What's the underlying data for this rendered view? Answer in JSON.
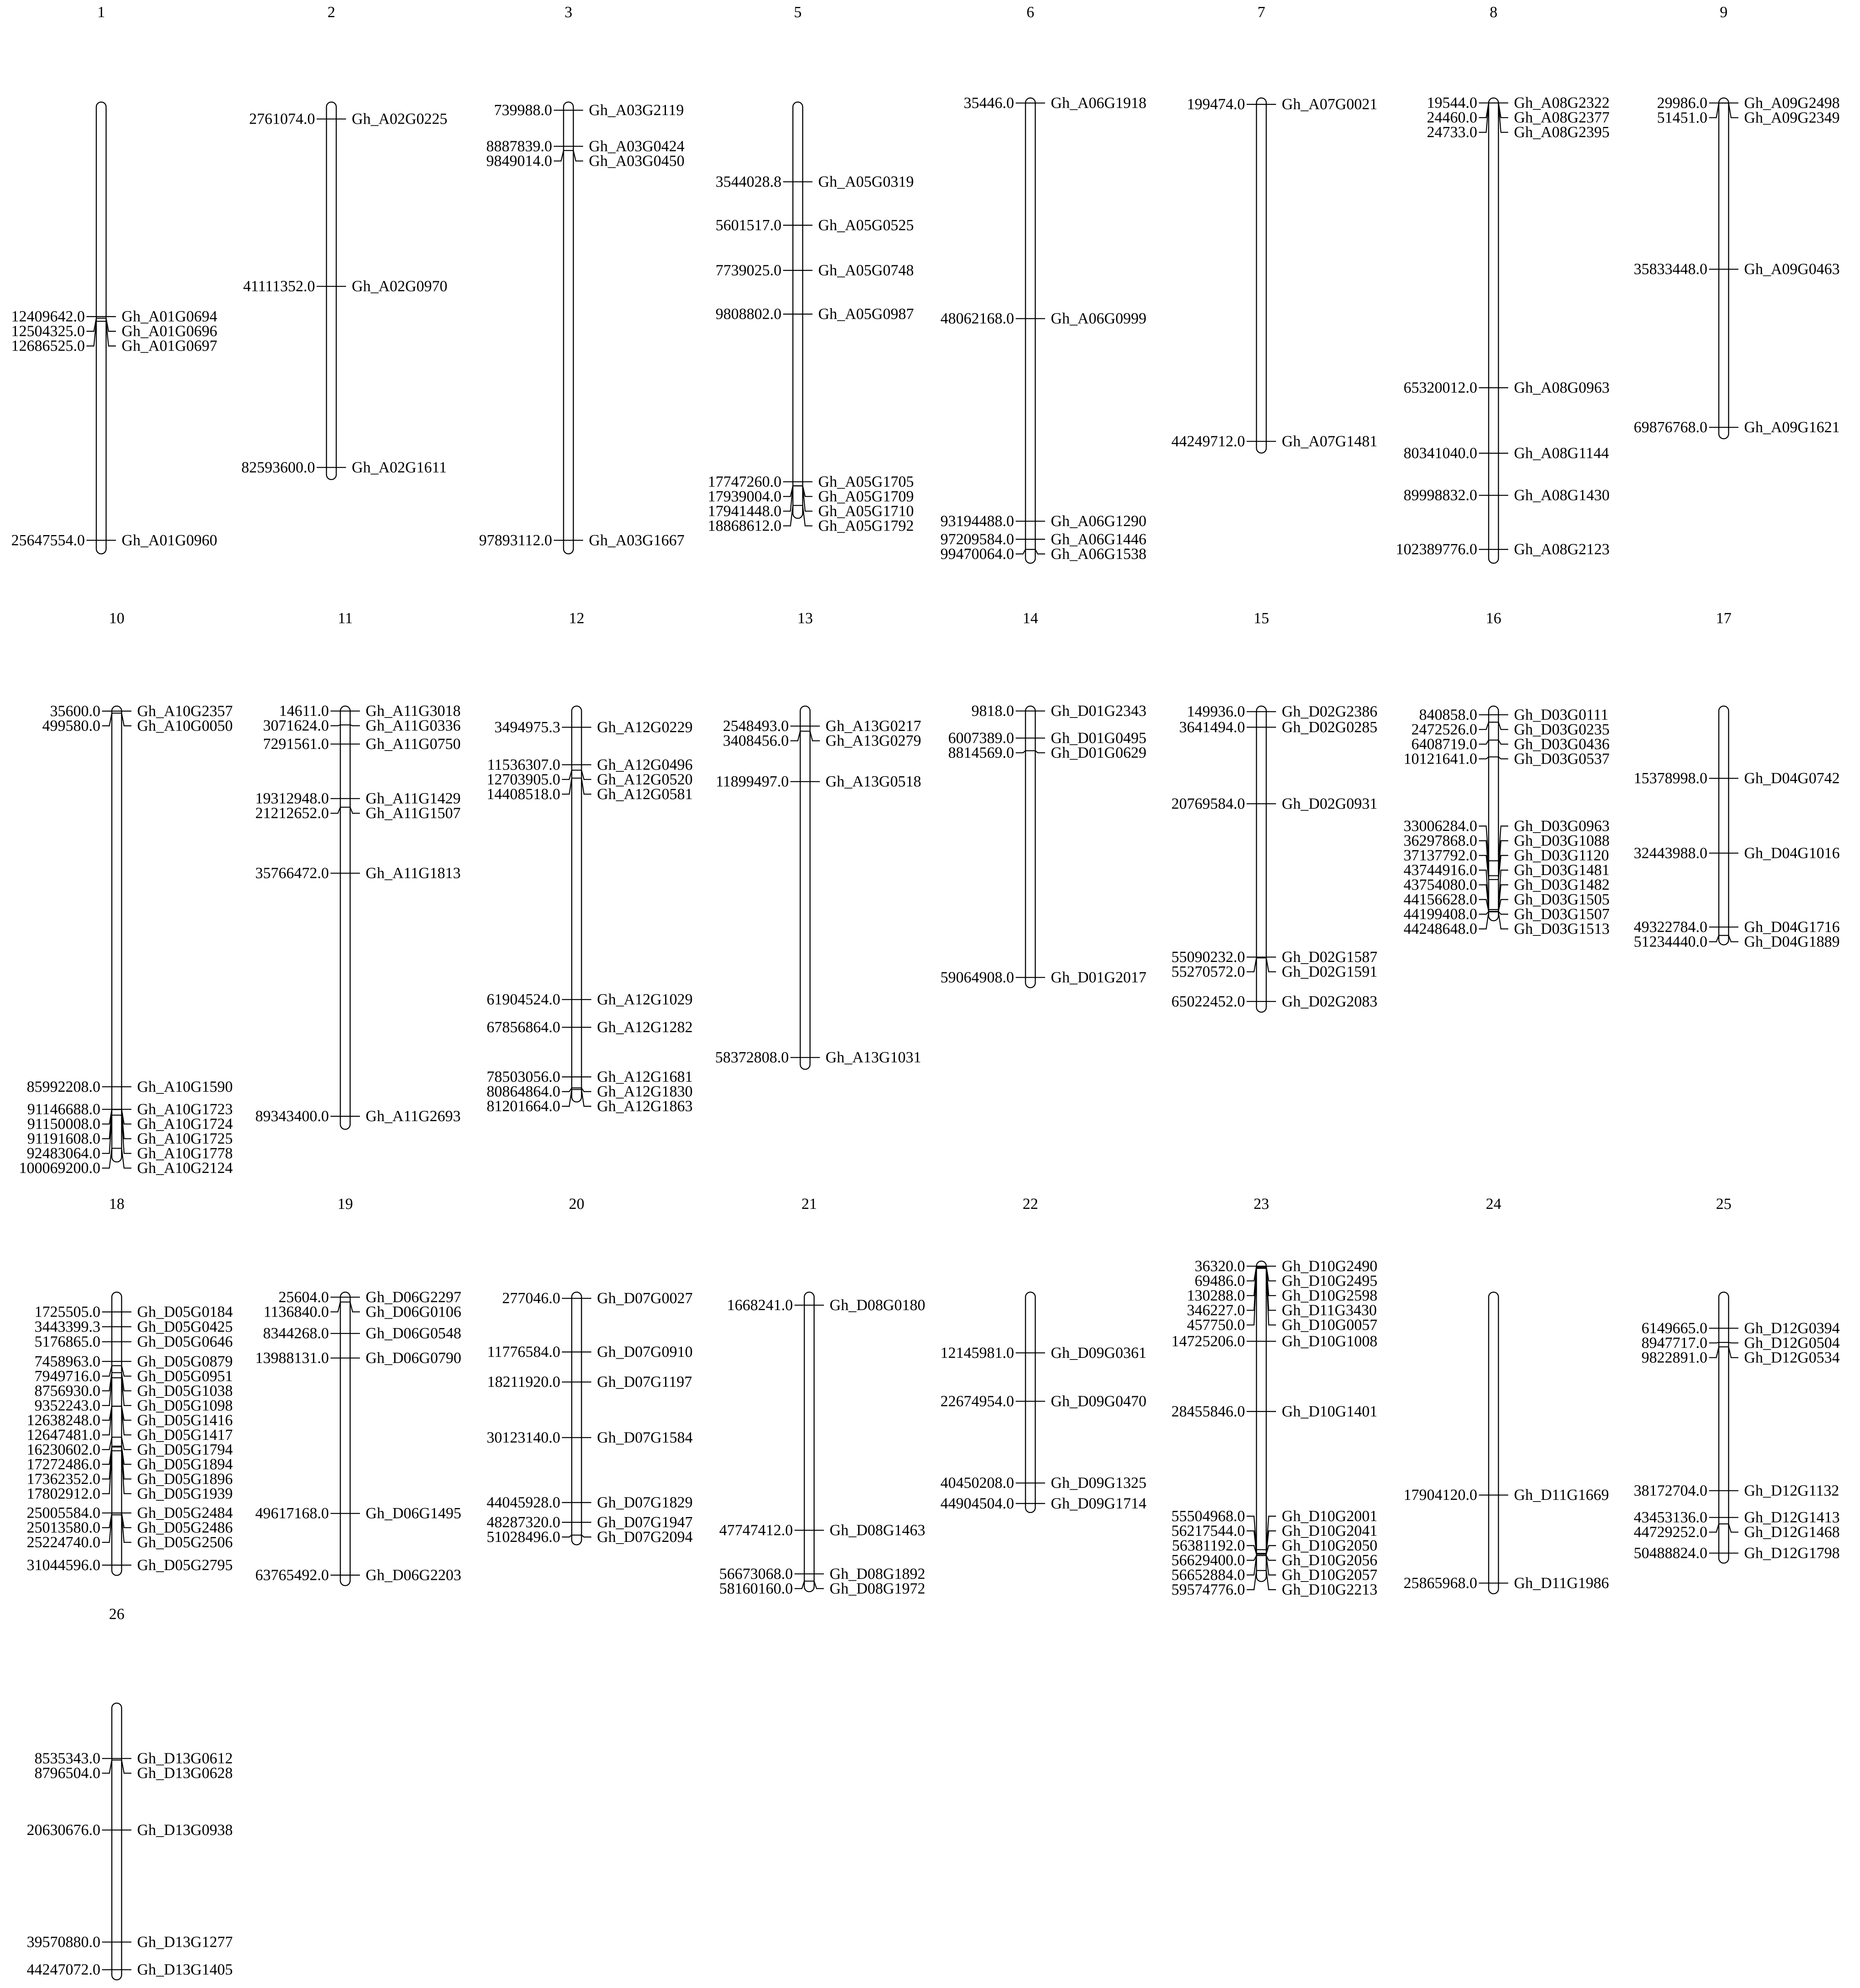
{
  "chromosomes": [
    {
      "number": "1",
      "genes": [
        {
          "pos": "12409642.0",
          "name": "Gh_A01G0694",
          "value": 12409642
        },
        {
          "pos": "12504325.0",
          "name": "Gh_A01G0696",
          "value": 12504325
        },
        {
          "pos": "12686525.0",
          "name": "Gh_A01G0697",
          "value": 12686525
        },
        {
          "pos": "25647554.0",
          "name": "Gh_A01G0960",
          "value": 25647554
        }
      ]
    },
    {
      "number": "2",
      "genes": [
        {
          "pos": "2761074.0",
          "name": "Gh_A02G0225",
          "value": 2761074
        },
        {
          "pos": "41111352.0",
          "name": "Gh_A02G0970",
          "value": 41111352
        },
        {
          "pos": "82593600.0",
          "name": "Gh_A02G1611",
          "value": 82593600
        }
      ]
    },
    {
      "number": "3",
      "genes": [
        {
          "pos": "739988.0",
          "name": "Gh_A03G2119",
          "value": 739988
        },
        {
          "pos": "8887839.0",
          "name": "Gh_A03G0424",
          "value": 8887839
        },
        {
          "pos": "9849014.0",
          "name": "Gh_A03G0450",
          "value": 9849014
        },
        {
          "pos": "97893112.0",
          "name": "Gh_A03G1667",
          "value": 97893112
        }
      ]
    },
    {
      "number": "5",
      "genes": [
        {
          "pos": "3544028.8",
          "name": "Gh_A05G0319",
          "value": 3544028.8
        },
        {
          "pos": "5601517.0",
          "name": "Gh_A05G0525",
          "value": 5601517
        },
        {
          "pos": "7739025.0",
          "name": "Gh_A05G0748",
          "value": 7739025
        },
        {
          "pos": "9808802.0",
          "name": "Gh_A05G0987",
          "value": 9808802
        },
        {
          "pos": "17747260.0",
          "name": "Gh_A05G1705",
          "value": 17747260
        },
        {
          "pos": "17939004.0",
          "name": "Gh_A05G1709",
          "value": 17939004
        },
        {
          "pos": "17941448.0",
          "name": "Gh_A05G1710",
          "value": 17941448
        },
        {
          "pos": "18868612.0",
          "name": "Gh_A05G1792",
          "value": 18868612
        }
      ]
    },
    {
      "number": "6",
      "genes": [
        {
          "pos": "35446.0",
          "name": "Gh_A06G1918",
          "value": 35446
        },
        {
          "pos": "48062168.0",
          "name": "Gh_A06G0999",
          "value": 48062168
        },
        {
          "pos": "93194488.0",
          "name": "Gh_A06G1290",
          "value": 93194488
        },
        {
          "pos": "97209584.0",
          "name": "Gh_A06G1446",
          "value": 97209584
        },
        {
          "pos": "99470064.0",
          "name": "Gh_A06G1538",
          "value": 99470064
        }
      ]
    },
    {
      "number": "7",
      "genes": [
        {
          "pos": "199474.0",
          "name": "Gh_A07G0021",
          "value": 199474
        },
        {
          "pos": "44249712.0",
          "name": "Gh_A07G1481",
          "value": 44249712
        }
      ]
    },
    {
      "number": "8",
      "genes": [
        {
          "pos": "19544.0",
          "name": "Gh_A08G2322",
          "value": 19544
        },
        {
          "pos": "24460.0",
          "name": "Gh_A08G2377",
          "value": 24460
        },
        {
          "pos": "24733.0",
          "name": "Gh_A08G2395",
          "value": 24733
        },
        {
          "pos": "65320012.0",
          "name": "Gh_A08G0963",
          "value": 65320012
        },
        {
          "pos": "80341040.0",
          "name": "Gh_A08G1144",
          "value": 80341040
        },
        {
          "pos": "89998832.0",
          "name": "Gh_A08G1430",
          "value": 89998832
        },
        {
          "pos": "102389776.0",
          "name": "Gh_A08G2123",
          "value": 102389776
        }
      ]
    },
    {
      "number": "9",
      "genes": [
        {
          "pos": "29986.0",
          "name": "Gh_A09G2498",
          "value": 29986
        },
        {
          "pos": "51451.0",
          "name": "Gh_A09G2349",
          "value": 51451
        },
        {
          "pos": "35833448.0",
          "name": "Gh_A09G0463",
          "value": 35833448
        },
        {
          "pos": "69876768.0",
          "name": "Gh_A09G1621",
          "value": 69876768
        }
      ]
    },
    {
      "number": "10",
      "genes": [
        {
          "pos": "35600.0",
          "name": "Gh_A10G2357",
          "value": 35600
        },
        {
          "pos": "499580.0",
          "name": "Gh_A10G0050",
          "value": 499580
        },
        {
          "pos": "85992208.0",
          "name": "Gh_A10G1590",
          "value": 85992208
        },
        {
          "pos": "91146688.0",
          "name": "Gh_A10G1723",
          "value": 91146688
        },
        {
          "pos": "91150008.0",
          "name": "Gh_A10G1724",
          "value": 91150008
        },
        {
          "pos": "91191608.0",
          "name": "Gh_A10G1725",
          "value": 91191608
        },
        {
          "pos": "92483064.0",
          "name": "Gh_A10G1778",
          "value": 92483064
        },
        {
          "pos": "100069200.0",
          "name": "Gh_A10G2124",
          "value": 100069200
        }
      ]
    },
    {
      "number": "11",
      "genes": [
        {
          "pos": "14611.0",
          "name": "Gh_A11G3018",
          "value": 14611
        },
        {
          "pos": "3071624.0",
          "name": "Gh_A11G0336",
          "value": 3071624
        },
        {
          "pos": "7291561.0",
          "name": "Gh_A11G0750",
          "value": 7291561
        },
        {
          "pos": "19312948.0",
          "name": "Gh_A11G1429",
          "value": 19312948
        },
        {
          "pos": "21212652.0",
          "name": "Gh_A11G1507",
          "value": 21212652
        },
        {
          "pos": "35766472.0",
          "name": "Gh_A11G1813",
          "value": 35766472
        },
        {
          "pos": "89343400.0",
          "name": "Gh_A11G2693",
          "value": 89343400
        }
      ]
    },
    {
      "number": "12",
      "genes": [
        {
          "pos": "3494975.3",
          "name": "Gh_A12G0229",
          "value": 3494975.3
        },
        {
          "pos": "11536307.0",
          "name": "Gh_A12G0496",
          "value": 11536307
        },
        {
          "pos": "12703905.0",
          "name": "Gh_A12G0520",
          "value": 12703905
        },
        {
          "pos": "14408518.0",
          "name": "Gh_A12G0581",
          "value": 14408518
        },
        {
          "pos": "61904524.0",
          "name": "Gh_A12G1029",
          "value": 61904524
        },
        {
          "pos": "67856864.0",
          "name": "Gh_A12G1282",
          "value": 67856864
        },
        {
          "pos": "78503056.0",
          "name": "Gh_A12G1681",
          "value": 78503056
        },
        {
          "pos": "80864864.0",
          "name": "Gh_A12G1830",
          "value": 80864864
        },
        {
          "pos": "81201664.0",
          "name": "Gh_A12G1863",
          "value": 81201664
        }
      ]
    },
    {
      "number": "13",
      "genes": [
        {
          "pos": "2548493.0",
          "name": "Gh_A13G0217",
          "value": 2548493
        },
        {
          "pos": "3408456.0",
          "name": "Gh_A13G0279",
          "value": 3408456
        },
        {
          "pos": "11899497.0",
          "name": "Gh_A13G0518",
          "value": 11899497
        },
        {
          "pos": "58372808.0",
          "name": "Gh_A13G1031",
          "value": 58372808
        }
      ]
    },
    {
      "number": "14",
      "genes": [
        {
          "pos": "9818.0",
          "name": "Gh_D01G2343",
          "value": 9818
        },
        {
          "pos": "6007389.0",
          "name": "Gh_D01G0495",
          "value": 6007389
        },
        {
          "pos": "8814569.0",
          "name": "Gh_D01G0629",
          "value": 8814569
        },
        {
          "pos": "59064908.0",
          "name": "Gh_D01G2017",
          "value": 59064908
        }
      ]
    },
    {
      "number": "15",
      "genes": [
        {
          "pos": "149936.0",
          "name": "Gh_D02G2386",
          "value": 149936
        },
        {
          "pos": "3641494.0",
          "name": "Gh_D02G0285",
          "value": 3641494
        },
        {
          "pos": "20769584.0",
          "name": "Gh_D02G0931",
          "value": 20769584
        },
        {
          "pos": "55090232.0",
          "name": "Gh_D02G1587",
          "value": 55090232
        },
        {
          "pos": "55270572.0",
          "name": "Gh_D02G1591",
          "value": 55270572
        },
        {
          "pos": "65022452.0",
          "name": "Gh_D02G2083",
          "value": 65022452
        }
      ]
    },
    {
      "number": "16",
      "genes": [
        {
          "pos": "840858.0",
          "name": "Gh_D03G0111",
          "value": 840858
        },
        {
          "pos": "2472526.0",
          "name": "Gh_D03G0235",
          "value": 2472526
        },
        {
          "pos": "6408719.0",
          "name": "Gh_D03G0436",
          "value": 6408719
        },
        {
          "pos": "10121641.0",
          "name": "Gh_D03G0537",
          "value": 10121641
        },
        {
          "pos": "33006284.0",
          "name": "Gh_D03G0963",
          "value": 33006284
        },
        {
          "pos": "36297868.0",
          "name": "Gh_D03G1088",
          "value": 36297868
        },
        {
          "pos": "37137792.0",
          "name": "Gh_D03G1120",
          "value": 37137792
        },
        {
          "pos": "43744916.0",
          "name": "Gh_D03G1481",
          "value": 43744916
        },
        {
          "pos": "43754080.0",
          "name": "Gh_D03G1482",
          "value": 43754080
        },
        {
          "pos": "44156628.0",
          "name": "Gh_D03G1505",
          "value": 44156628
        },
        {
          "pos": "44199408.0",
          "name": "Gh_D03G1507",
          "value": 44199408
        },
        {
          "pos": "44248648.0",
          "name": "Gh_D03G1513",
          "value": 44248648
        }
      ]
    },
    {
      "number": "17",
      "genes": [
        {
          "pos": "15378998.0",
          "name": "Gh_D04G0742",
          "value": 15378998
        },
        {
          "pos": "32443988.0",
          "name": "Gh_D04G1016",
          "value": 32443988
        },
        {
          "pos": "49322784.0",
          "name": "Gh_D04G1716",
          "value": 49322784
        },
        {
          "pos": "51234440.0",
          "name": "Gh_D04G1889",
          "value": 51234440
        }
      ]
    },
    {
      "number": "18",
      "genes": [
        {
          "pos": "1725505.0",
          "name": "Gh_D05G0184",
          "value": 1725505
        },
        {
          "pos": "3443399.3",
          "name": "Gh_D05G0425",
          "value": 3443399.3
        },
        {
          "pos": "5176865.0",
          "name": "Gh_D05G0646",
          "value": 5176865
        },
        {
          "pos": "7458963.0",
          "name": "Gh_D05G0879",
          "value": 7458963
        },
        {
          "pos": "7949716.0",
          "name": "Gh_D05G0951",
          "value": 7949716
        },
        {
          "pos": "8756930.0",
          "name": "Gh_D05G1038",
          "value": 8756930
        },
        {
          "pos": "9352243.0",
          "name": "Gh_D05G1098",
          "value": 9352243
        },
        {
          "pos": "12638248.0",
          "name": "Gh_D05G1416",
          "value": 12638248
        },
        {
          "pos": "12647481.0",
          "name": "Gh_D05G1417",
          "value": 12647481
        },
        {
          "pos": "16230602.0",
          "name": "Gh_D05G1794",
          "value": 16230602
        },
        {
          "pos": "17272486.0",
          "name": "Gh_D05G1894",
          "value": 17272486
        },
        {
          "pos": "17362352.0",
          "name": "Gh_D05G1896",
          "value": 17362352
        },
        {
          "pos": "17802912.0",
          "name": "Gh_D05G1939",
          "value": 17802912
        },
        {
          "pos": "25005584.0",
          "name": "Gh_D05G2484",
          "value": 25005584
        },
        {
          "pos": "25013580.0",
          "name": "Gh_D05G2486",
          "value": 25013580
        },
        {
          "pos": "25224740.0",
          "name": "Gh_D05G2506",
          "value": 25224740
        },
        {
          "pos": "31044596.0",
          "name": "Gh_D05G2795",
          "value": 31044596
        }
      ]
    },
    {
      "number": "19",
      "genes": [
        {
          "pos": "25604.0",
          "name": "Gh_D06G2297",
          "value": 25604
        },
        {
          "pos": "1136840.0",
          "name": "Gh_D06G0106",
          "value": 1136840
        },
        {
          "pos": "8344268.0",
          "name": "Gh_D06G0548",
          "value": 8344268
        },
        {
          "pos": "13988131.0",
          "name": "Gh_D06G0790",
          "value": 13988131
        },
        {
          "pos": "49617168.0",
          "name": "Gh_D06G1495",
          "value": 49617168
        },
        {
          "pos": "63765492.0",
          "name": "Gh_D06G2203",
          "value": 63765492
        }
      ]
    },
    {
      "number": "20",
      "genes": [
        {
          "pos": "277046.0",
          "name": "Gh_D07G0027",
          "value": 277046
        },
        {
          "pos": "11776584.0",
          "name": "Gh_D07G0910",
          "value": 11776584
        },
        {
          "pos": "18211920.0",
          "name": "Gh_D07G1197",
          "value": 18211920
        },
        {
          "pos": "30123140.0",
          "name": "Gh_D07G1584",
          "value": 30123140
        },
        {
          "pos": "44045928.0",
          "name": "Gh_D07G1829",
          "value": 44045928
        },
        {
          "pos": "48287320.0",
          "name": "Gh_D07G1947",
          "value": 48287320
        },
        {
          "pos": "51028496.0",
          "name": "Gh_D07G2094",
          "value": 51028496
        }
      ]
    },
    {
      "number": "21",
      "genes": [
        {
          "pos": "1668241.0",
          "name": "Gh_D08G0180",
          "value": 1668241
        },
        {
          "pos": "47747412.0",
          "name": "Gh_D08G1463",
          "value": 47747412
        },
        {
          "pos": "56673068.0",
          "name": "Gh_D08G1892",
          "value": 56673068
        },
        {
          "pos": "58160160.0",
          "name": "Gh_D08G1972",
          "value": 58160160
        }
      ]
    },
    {
      "number": "22",
      "genes": [
        {
          "pos": "12145981.0",
          "name": "Gh_D09G0361",
          "value": 12145981
        },
        {
          "pos": "22674954.0",
          "name": "Gh_D09G0470",
          "value": 22674954
        },
        {
          "pos": "40450208.0",
          "name": "Gh_D09G1325",
          "value": 40450208
        },
        {
          "pos": "44904504.0",
          "name": "Gh_D09G1714",
          "value": 44904504
        }
      ]
    },
    {
      "number": "23",
      "genes": [
        {
          "pos": "36320.0",
          "name": "Gh_D10G2490",
          "value": 36320
        },
        {
          "pos": "69486.0",
          "name": "Gh_D10G2495",
          "value": 69486
        },
        {
          "pos": "130288.0",
          "name": "Gh_D10G2598",
          "value": 130288
        },
        {
          "pos": "346227.0",
          "name": "Gh_D11G3430",
          "value": 346227
        },
        {
          "pos": "457750.0",
          "name": "Gh_D10G0057",
          "value": 457750
        },
        {
          "pos": "14725206.0",
          "name": "Gh_D10G1008",
          "value": 14725206
        },
        {
          "pos": "28455846.0",
          "name": "Gh_D10G1401",
          "value": 28455846
        },
        {
          "pos": "55504968.0",
          "name": "Gh_D10G2001",
          "value": 55504968
        },
        {
          "pos": "56217544.0",
          "name": "Gh_D10G2041",
          "value": 56217544
        },
        {
          "pos": "56381192.0",
          "name": "Gh_D10G2050",
          "value": 56381192
        },
        {
          "pos": "56629400.0",
          "name": "Gh_D10G2056",
          "value": 56629400
        },
        {
          "pos": "56652884.0",
          "name": "Gh_D10G2057",
          "value": 56652884
        },
        {
          "pos": "59574776.0",
          "name": "Gh_D10G2213",
          "value": 59574776
        }
      ]
    },
    {
      "number": "24",
      "genes": [
        {
          "pos": "17904120.0",
          "name": "Gh_D11G1669",
          "value": 17904120
        },
        {
          "pos": "25865968.0",
          "name": "Gh_D11G1986",
          "value": 25865968
        }
      ]
    },
    {
      "number": "25",
      "genes": [
        {
          "pos": "6149665.0",
          "name": "Gh_D12G0394",
          "value": 6149665
        },
        {
          "pos": "8947717.0",
          "name": "Gh_D12G0504",
          "value": 8947717
        },
        {
          "pos": "9822891.0",
          "name": "Gh_D12G0534",
          "value": 9822891
        },
        {
          "pos": "38172704.0",
          "name": "Gh_D12G1132",
          "value": 38172704
        },
        {
          "pos": "43453136.0",
          "name": "Gh_D12G1413",
          "value": 43453136
        },
        {
          "pos": "44729252.0",
          "name": "Gh_D12G1468",
          "value": 44729252
        },
        {
          "pos": "50488824.0",
          "name": "Gh_D12G1798",
          "value": 50488824
        }
      ]
    },
    {
      "number": "26",
      "genes": [
        {
          "pos": "8535343.0",
          "name": "Gh_D13G0612",
          "value": 8535343
        },
        {
          "pos": "8796504.0",
          "name": "Gh_D13G0628",
          "value": 8796504
        },
        {
          "pos": "20630676.0",
          "name": "Gh_D13G0938",
          "value": 20630676
        },
        {
          "pos": "39570880.0",
          "name": "Gh_D13G1277",
          "value": 39570880
        },
        {
          "pos": "44247072.0",
          "name": "Gh_D13G1405",
          "value": 44247072
        }
      ]
    }
  ]
}
